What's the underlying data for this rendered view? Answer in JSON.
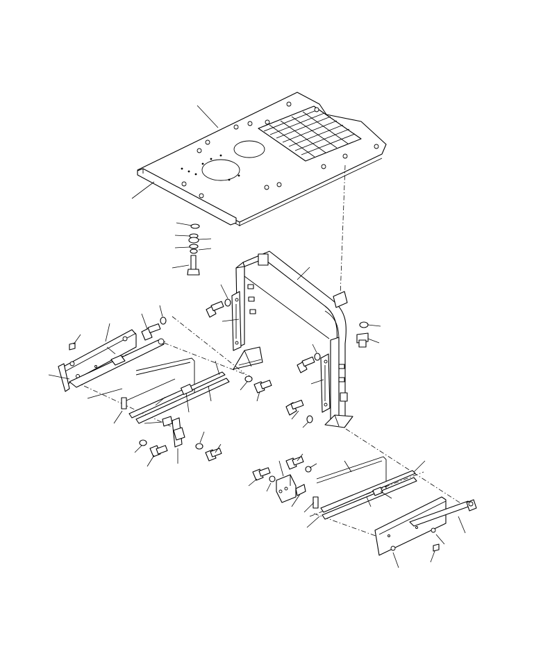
{
  "figure": {
    "kind": "exploded parts diagram",
    "labels_printed": false,
    "line_color": "#000000",
    "background": "#ffffff"
  },
  "parts": [
    "floor-plate",
    "plate-edge-strip",
    "mount-washer-stack",
    "mount-bolt",
    "cab-frame-arch",
    "frame-mount-bracket-left",
    "frame-mount-bracket-right",
    "frame-rear-bolt",
    "left-side-panel",
    "left-support-bar",
    "left-rail-bracket",
    "left-rails",
    "left-latch-bracket",
    "right-side-panel",
    "right-support-bar",
    "right-rail-bracket",
    "right-rails",
    "right-latch-block"
  ]
}
